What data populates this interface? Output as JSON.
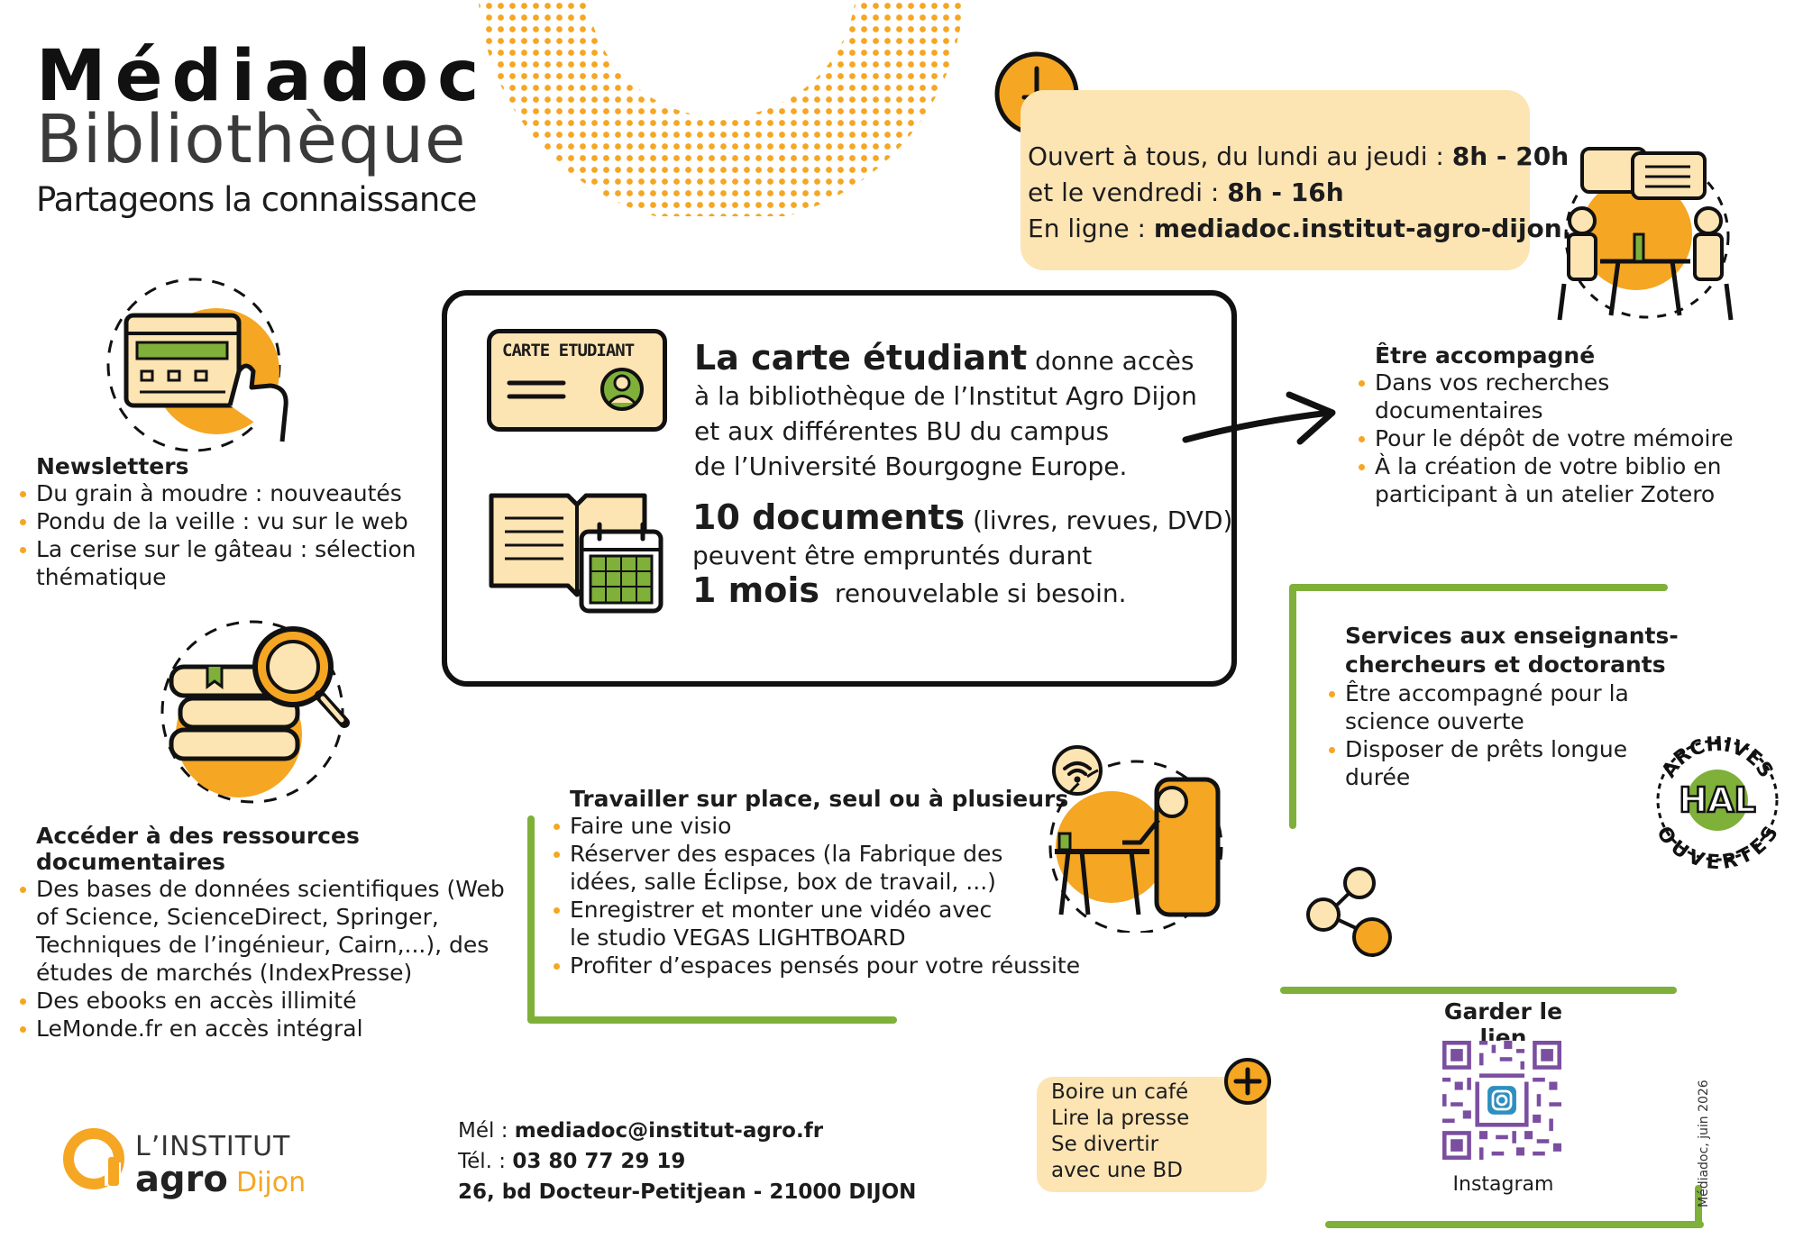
{
  "header": {
    "title": "Médiadoc",
    "subtitle": "Bibliothèque",
    "tagline": "Partageons la connaissance"
  },
  "hours": {
    "line1_text": "Ouvert à tous, du lundi au jeudi : ",
    "line1_value": "8h - 20h",
    "line2_text": "et le vendredi : ",
    "line2_value": "8h - 16h",
    "line3_text": "En ligne : ",
    "line3_value": "mediadoc.institut-agro-dijon.fr"
  },
  "card": {
    "label": "CARTE ETUDIANT",
    "heading": "La carte étudiant",
    "intro": "donne accès",
    "line2": "à la bibliothèque de l’Institut Agro Dijon",
    "line3": "et aux différentes BU du campus",
    "line4": "de l’Université Bourgogne Europe.",
    "docs_count": "10 documents",
    "docs_types": "(livres, revues, DVD)",
    "docs_line2": "peuvent être empruntés durant",
    "duration": "1 mois",
    "renewable": "renouvelable si besoin."
  },
  "newsletters": {
    "title": "Newsletters",
    "items": [
      "Du grain à moudre : nouveautés",
      "Pondu de la veille : vu sur le web",
      "La cerise sur le gâteau : sélection thématique"
    ]
  },
  "resources": {
    "title": "Accéder à des ressources documentaires",
    "items": [
      "Des bases de données scientifiques (Web of Science, ScienceDirect, Springer, Techniques de l’ingénieur, Cairn,...), des études de marchés (IndexPresse)",
      "Des ebooks en accès illimité",
      "LeMonde.fr en accès intégral"
    ]
  },
  "accompanied": {
    "title": "Être accompagné",
    "items": [
      "Dans vos recherches documentaires",
      "Pour le dépôt de votre mémoire",
      "À la création de votre biblio en participant à un atelier Zotero"
    ]
  },
  "researchers": {
    "title": "Services aux enseignants-chercheurs et doctorants",
    "items": [
      "Être accompagné pour la science ouverte",
      "Disposer de prêts longue durée"
    ]
  },
  "work": {
    "title": "Travailler sur place, seul ou à plusieurs",
    "items": [
      "Faire une visio",
      "Réserver des espaces (la Fabrique des idées, salle Éclipse, box de travail, ...)",
      "Enregistrer et monter une vidéo avec le studio VEGAS LIGHTBOARD",
      "Profiter d’espaces pensés pour votre réussite"
    ]
  },
  "hal": {
    "top": "ARCHIVES",
    "center": "HAL",
    "bottom": "OUVERTES"
  },
  "extras": {
    "lines": [
      "Boire un café",
      "Lire la presse",
      "Se divertir avec une BD"
    ]
  },
  "social": {
    "title": "Garder le lien",
    "caption": "Instagram"
  },
  "contact": {
    "mail_label": "Mél : ",
    "mail": "mediadoc@institut-agro.fr",
    "tel_label": "Tél. : ",
    "tel": "03 80 77 29 19",
    "address": "26, bd Docteur-Petitjean - 21000 DIJON"
  },
  "logo": {
    "line1": "L’INSTITUT",
    "agro": "agro",
    "city": "Dijon"
  },
  "side_note": "Médiadoc, juin 2026",
  "colors": {
    "accent": "#f5a623",
    "light": "#fde4b3",
    "green": "#7fb03a",
    "dark": "#111111",
    "purple": "#7b4fa0"
  }
}
